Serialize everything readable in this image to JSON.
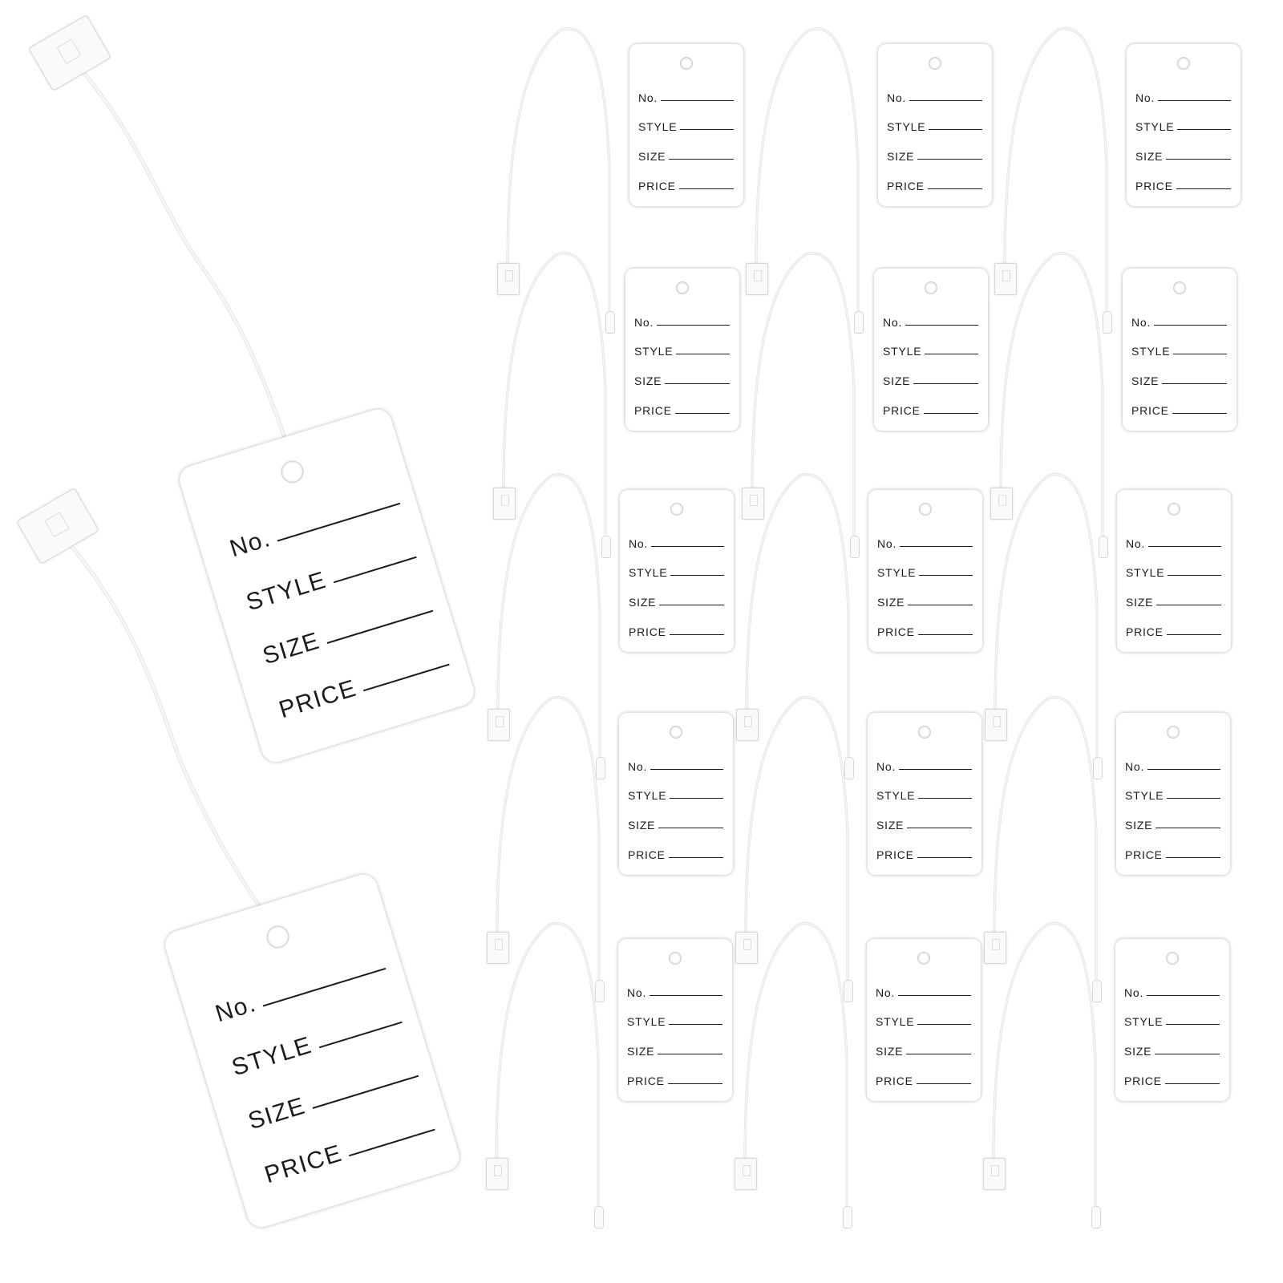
{
  "tag_fields": [
    "No.",
    "STYLE",
    "SIZE",
    "PRICE"
  ],
  "colors": {
    "background": "#ffffff",
    "tag": "#ffffff",
    "ink": "#1c1c1c",
    "string": "#d8d8d8"
  },
  "layout": {
    "large_tags": 2,
    "grid_columns": 3,
    "grid_rows": 5
  }
}
